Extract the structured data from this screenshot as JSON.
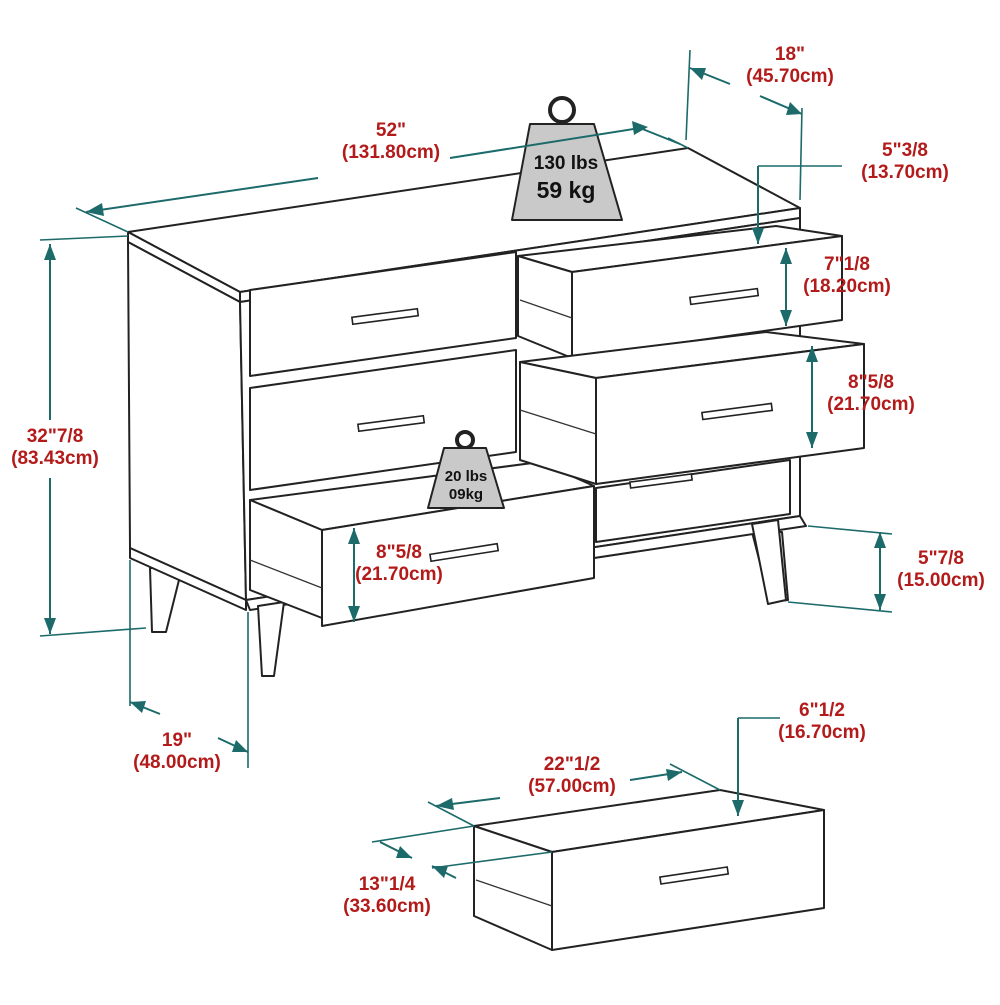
{
  "diagram": {
    "dimensions": {
      "width": {
        "in": "52\"",
        "cm": "(131.80cm)"
      },
      "depth": {
        "in": "18\"",
        "cm": "(45.70cm)"
      },
      "height": {
        "in": "32\"7/8",
        "cm": "(83.43cm)"
      },
      "leg_spread": {
        "in": "19\"",
        "cm": "(48.00cm)"
      },
      "drawer_inner_depth_top": {
        "in": "5\"3/8",
        "cm": "(13.70cm)"
      },
      "top_drawer_height": {
        "in": "7\"1/8",
        "cm": "(18.20cm)"
      },
      "mid_drawer_height": {
        "in": "8\"5/8",
        "cm": "(21.70cm)"
      },
      "bottom_drawer_height": {
        "in": "8\"5/8",
        "cm": "(21.70cm)"
      },
      "leg_height": {
        "in": "5\"7/8",
        "cm": "(15.00cm)"
      },
      "drawer_width": {
        "in": "22\"1/2",
        "cm": "(57.00cm)"
      },
      "drawer_depth": {
        "in": "13\"1/4",
        "cm": "(33.60cm)"
      },
      "drawer_height": {
        "in": "6\"1/2",
        "cm": "(16.70cm)"
      }
    },
    "weights": {
      "top_capacity": {
        "lbs": "130 lbs",
        "kg": "59 kg"
      },
      "drawer_capacity": {
        "lbs": "20 lbs",
        "kg": "09kg"
      }
    },
    "colors": {
      "label": "#b31b1b",
      "dimension_line": "#1c6a6a",
      "outline": "#222222",
      "weight_fill": "#c9c9c9"
    }
  }
}
